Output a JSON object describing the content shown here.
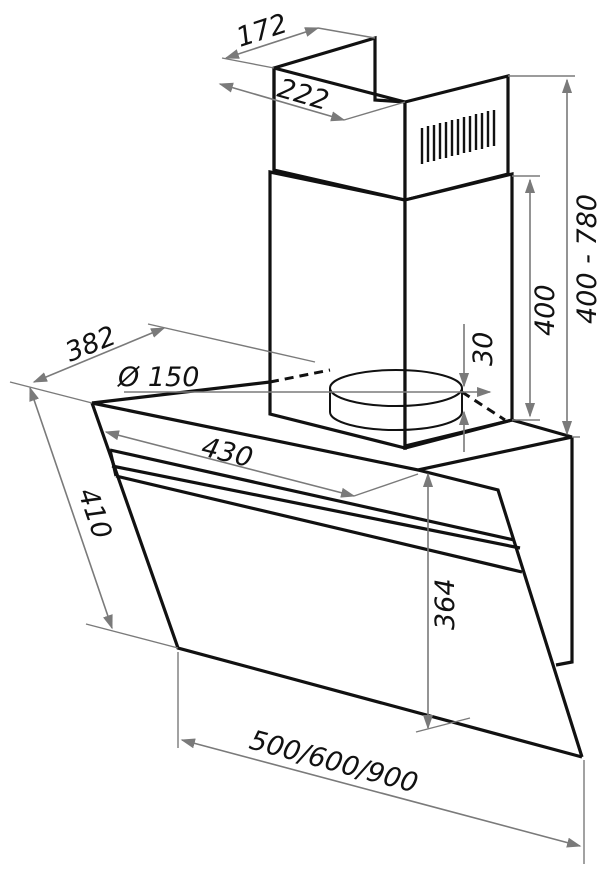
{
  "dimensions": {
    "chimney_depth": "172",
    "chimney_width": "222",
    "duct_diameter": "Ø 150",
    "hood_depth": "382",
    "hood_inner_depth": "430",
    "glass_height": "410",
    "canopy_height": "364",
    "collar_height": "30",
    "upper_chimney_height": "400",
    "chimney_range": "400 - 780",
    "hood_width": "500/600/900"
  }
}
